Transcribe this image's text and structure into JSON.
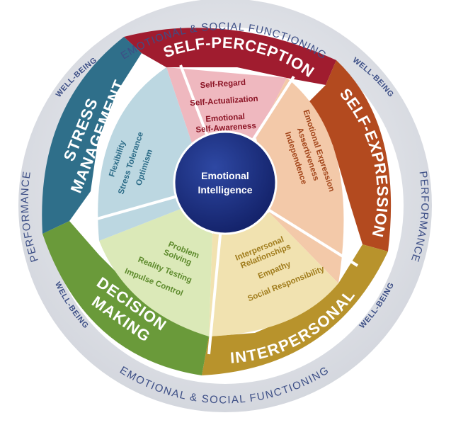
{
  "outer_ring": {
    "top_label": "EMOTIONAL & SOCIAL FUNCTIONING",
    "bottom_label": "EMOTIONAL & SOCIAL FUNCTIONING",
    "left_label": "PERFORMANCE",
    "right_label": "PERFORMANCE",
    "wellbeing_top_left": "WELL-BEING",
    "wellbeing_top_right": "WELL-BEING",
    "wellbeing_bottom_left": "WELL-BEING",
    "wellbeing_bottom_right": "WELL-BEING"
  },
  "center": {
    "line1": "Emotional",
    "line2": "Intelligence",
    "color": "#1d2f7a"
  },
  "segments": {
    "self_perception": {
      "title": "SELF-PERCEPTION",
      "band_color": "#a01c2f",
      "inner_color": "#efb8bf",
      "text_color": "#8c1526",
      "items": [
        "Self-Regard",
        "Self-Actualization",
        "Emotional",
        "Self-Awareness"
      ]
    },
    "self_expression": {
      "title": "SELF-EXPRESSION",
      "band_color": "#b34a1f",
      "inner_color": "#f3c9a9",
      "text_color": "#a2451a",
      "items": [
        "Emotional Expression",
        "Assertiveness",
        "Independence"
      ]
    },
    "interpersonal": {
      "title": "INTERPERSONAL",
      "band_color": "#b8932c",
      "inner_color": "#f1e2b0",
      "text_color": "#a07c1c",
      "items": [
        "Interpersonal",
        "Relationships",
        "Empathy",
        "Social Responsibility"
      ]
    },
    "decision_making": {
      "title_line1": "DECISION",
      "title_line2": "MAKING",
      "band_color": "#6a9a3a",
      "inner_color": "#dbe9b8",
      "text_color": "#5d8a2c",
      "items": [
        "Problem",
        "Solving",
        "Reality Testing",
        "Impulse Control"
      ]
    },
    "stress_management": {
      "title_line1": "STRESS",
      "title_line2": "MANAGEMENT",
      "band_color": "#2f6f8a",
      "inner_color": "#bcd7e1",
      "text_color": "#2a6a86",
      "items": [
        "Flexibility",
        "Stress Tolerance",
        "Optimism"
      ]
    }
  },
  "colors": {
    "ring_fill": "#e3e5ea",
    "ring_text": "#3d4f86"
  }
}
